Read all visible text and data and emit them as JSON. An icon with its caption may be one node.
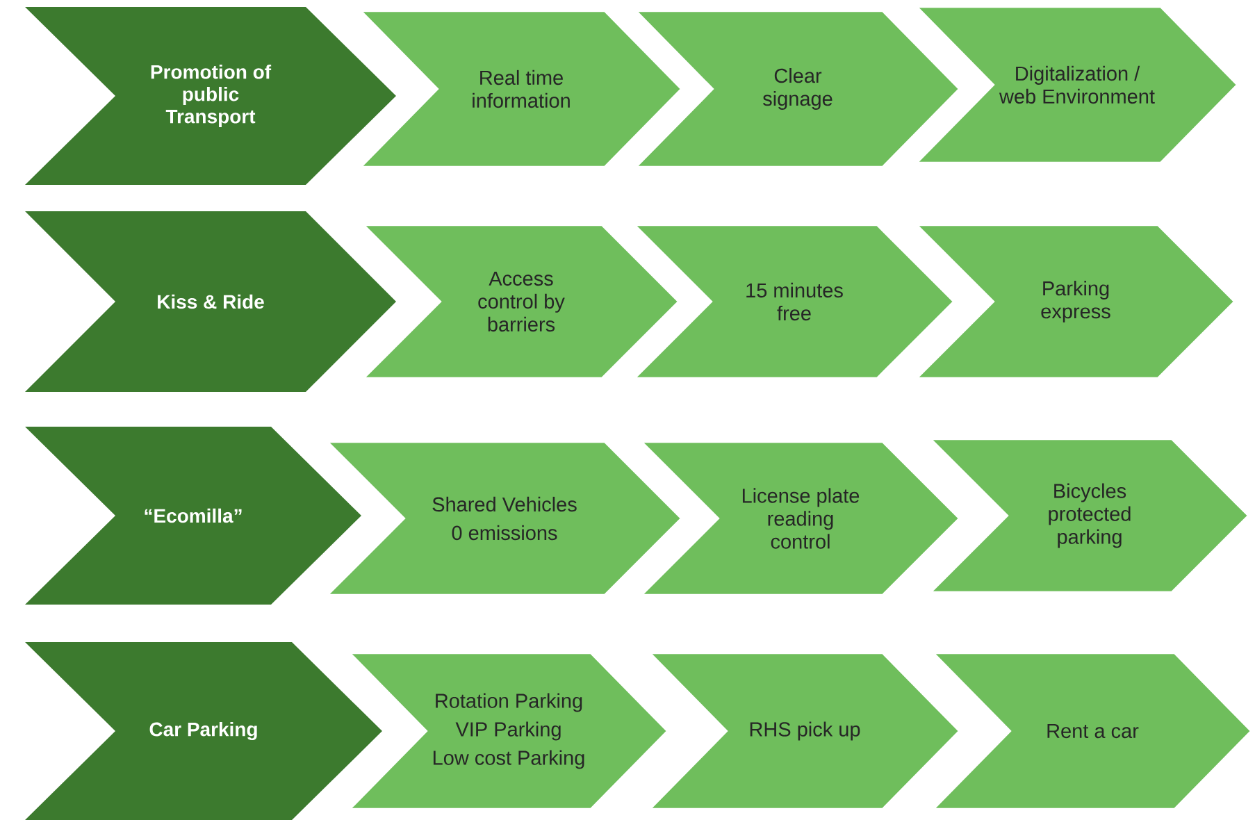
{
  "diagram": {
    "nodes": [
      {
        "text": [
          "Promotion of public Transport"
        ]
      },
      {
        "text": [
          "Real time information"
        ]
      },
      {
        "text": [
          "Clear signage"
        ]
      },
      {
        "text": [
          "Digitalization / web Environment"
        ]
      },
      {
        "text": [
          "Kiss & Ride"
        ]
      },
      {
        "text": [
          "Access control by barriers"
        ]
      },
      {
        "text": [
          "15 minutes free"
        ]
      },
      {
        "text": [
          "Parking express"
        ]
      },
      {
        "text": [
          "“Ecomilla”"
        ]
      },
      {
        "text": [
          "Shared Vehicles",
          "0 emissions"
        ]
      },
      {
        "text": [
          "License plate reading control"
        ]
      },
      {
        "text": [
          "Bicycles protected parking"
        ]
      },
      {
        "text": [
          "Car Parking"
        ]
      },
      {
        "text": [
          "Rotation Parking",
          "VIP Parking",
          "Low cost Parking"
        ]
      },
      {
        "text": [
          "RHS pick up"
        ]
      },
      {
        "text": [
          "Rent a car"
        ]
      }
    ]
  }
}
